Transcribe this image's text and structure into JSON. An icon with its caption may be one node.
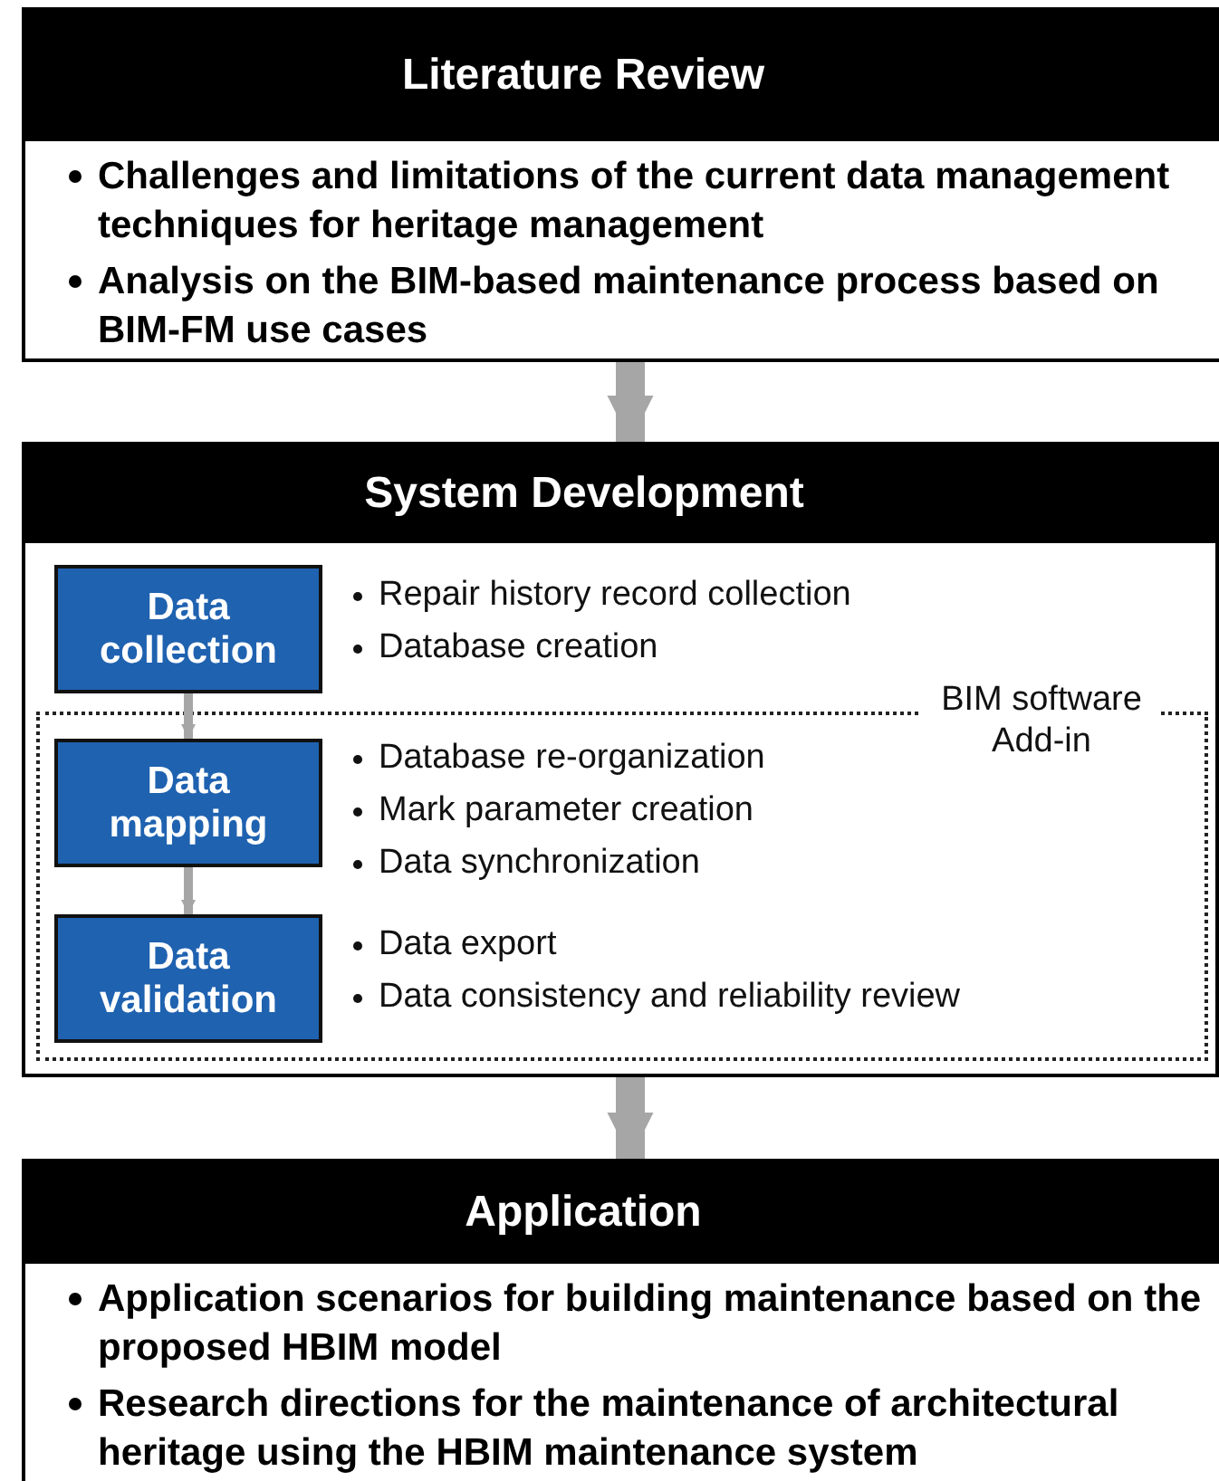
{
  "diagram": {
    "nodes": [
      {
        "text": [
          "Literature Review",
          "Challenges and limitations of the current data management techniques for heritage management",
          "Analysis on the BIM-based maintenance process based on BIM-FM use cases"
        ]
      },
      {
        "text": [
          "System Development"
        ]
      },
      {
        "text": [
          "Data collection"
        ],
        "in": 1,
        "beside": [
          "Repair history record collection",
          "Database creation"
        ]
      },
      {
        "text": [
          "BIM software Add-in"
        ],
        "in": 1
      },
      {
        "text": [
          "Data mapping"
        ],
        "in": 3,
        "beside": [
          "Database re-organization",
          "Mark parameter creation",
          "Data synchronization"
        ]
      },
      {
        "text": [
          "Data validation"
        ],
        "in": 3,
        "beside": [
          "Data export",
          "Data consistency and reliability review"
        ]
      },
      {
        "text": [
          "Application",
          "Application scenarios for building maintenance based on the proposed HBIM model",
          "Research directions for the maintenance of architectural heritage using the HBIM maintenance system"
        ]
      }
    ],
    "edges": [
      {
        "from": 0,
        "to": 1,
        "arrow": "to",
        "style": "thick"
      },
      {
        "from": 2,
        "to": 4,
        "arrow": "to"
      },
      {
        "from": 4,
        "to": 5,
        "arrow": "to"
      },
      {
        "from": 1,
        "to": 6,
        "arrow": "to",
        "style": "thick"
      }
    ]
  }
}
